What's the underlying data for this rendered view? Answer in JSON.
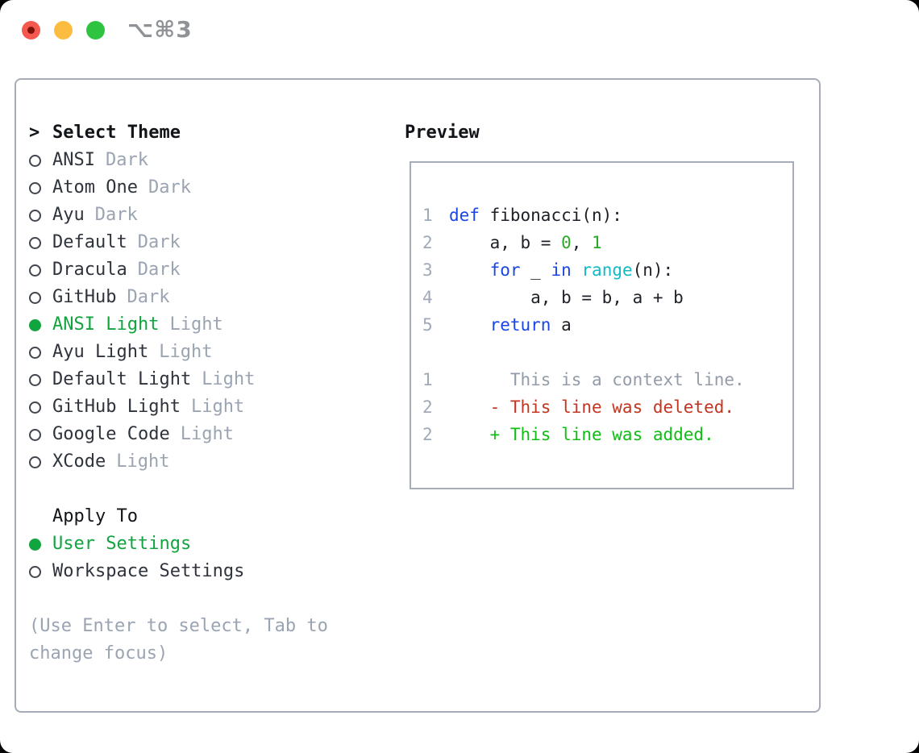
{
  "window": {
    "title_shortcut": "⌥⌘3",
    "traffic_lights": [
      "close",
      "minimize",
      "zoom"
    ]
  },
  "theme_panel": {
    "cursor": ">",
    "heading": "Select Theme",
    "items": [
      {
        "name": "ANSI",
        "variant": "Dark",
        "selected": false
      },
      {
        "name": "Atom One",
        "variant": "Dark",
        "selected": false
      },
      {
        "name": "Ayu",
        "variant": "Dark",
        "selected": false
      },
      {
        "name": "Default",
        "variant": "Dark",
        "selected": false
      },
      {
        "name": "Dracula",
        "variant": "Dark",
        "selected": false
      },
      {
        "name": "GitHub",
        "variant": "Dark",
        "selected": false
      },
      {
        "name": "ANSI Light",
        "variant": "Light",
        "selected": true
      },
      {
        "name": "Ayu Light",
        "variant": "Light",
        "selected": false
      },
      {
        "name": "Default Light",
        "variant": "Light",
        "selected": false
      },
      {
        "name": "GitHub Light",
        "variant": "Light",
        "selected": false
      },
      {
        "name": "Google Code",
        "variant": "Light",
        "selected": false
      },
      {
        "name": "XCode",
        "variant": "Light",
        "selected": false
      }
    ],
    "apply_to": {
      "heading": "Apply To",
      "options": [
        {
          "label": "User Settings",
          "selected": true
        },
        {
          "label": "Workspace Settings",
          "selected": false
        }
      ]
    },
    "help_line1": "(Use Enter to select, Tab to",
    "help_line2": "change focus)"
  },
  "preview": {
    "heading": "Preview",
    "lines": [
      {
        "no": "1",
        "kind": "code",
        "tokens": [
          {
            "c": "kw",
            "t": "def"
          },
          {
            "c": "plain",
            "t": " fibonacci(n):"
          }
        ]
      },
      {
        "no": "2",
        "kind": "code",
        "tokens": [
          {
            "c": "plain",
            "t": "    a, b = "
          },
          {
            "c": "num",
            "t": "0"
          },
          {
            "c": "plain",
            "t": ", "
          },
          {
            "c": "num",
            "t": "1"
          }
        ]
      },
      {
        "no": "3",
        "kind": "code",
        "tokens": [
          {
            "c": "plain",
            "t": "    "
          },
          {
            "c": "kw",
            "t": "for"
          },
          {
            "c": "plain",
            "t": " _ "
          },
          {
            "c": "kw",
            "t": "in"
          },
          {
            "c": "plain",
            "t": " "
          },
          {
            "c": "builtin",
            "t": "range"
          },
          {
            "c": "plain",
            "t": "(n):"
          }
        ]
      },
      {
        "no": "4",
        "kind": "code",
        "tokens": [
          {
            "c": "plain",
            "t": "        a, b = b, a + b"
          }
        ]
      },
      {
        "no": "5",
        "kind": "code",
        "tokens": [
          {
            "c": "plain",
            "t": "    "
          },
          {
            "c": "kw",
            "t": "return"
          },
          {
            "c": "plain",
            "t": " a"
          }
        ]
      },
      {
        "no": "",
        "kind": "blank",
        "tokens": []
      },
      {
        "no": "1",
        "kind": "diff-context",
        "tokens": [
          {
            "c": "context",
            "t": "      This is a context line."
          }
        ]
      },
      {
        "no": "2",
        "kind": "diff-deleted",
        "tokens": [
          {
            "c": "deleted",
            "t": "    - This line was deleted."
          }
        ]
      },
      {
        "no": "2",
        "kind": "diff-added",
        "tokens": [
          {
            "c": "added",
            "t": "    + This line was added."
          }
        ]
      }
    ]
  },
  "colors": {
    "selected_green": "#12a43e",
    "keyword_blue": "#1a45e6",
    "builtin_cyan": "#12bac6",
    "number_green": "#28aa28",
    "diff_red": "#c33520",
    "diff_green": "#10bd14",
    "muted_gray": "#9aa4b2",
    "border_gray": "#a6adb8",
    "traffic_red": "#f4584e",
    "traffic_yellow": "#fcbc3f",
    "traffic_green": "#2fc440"
  }
}
